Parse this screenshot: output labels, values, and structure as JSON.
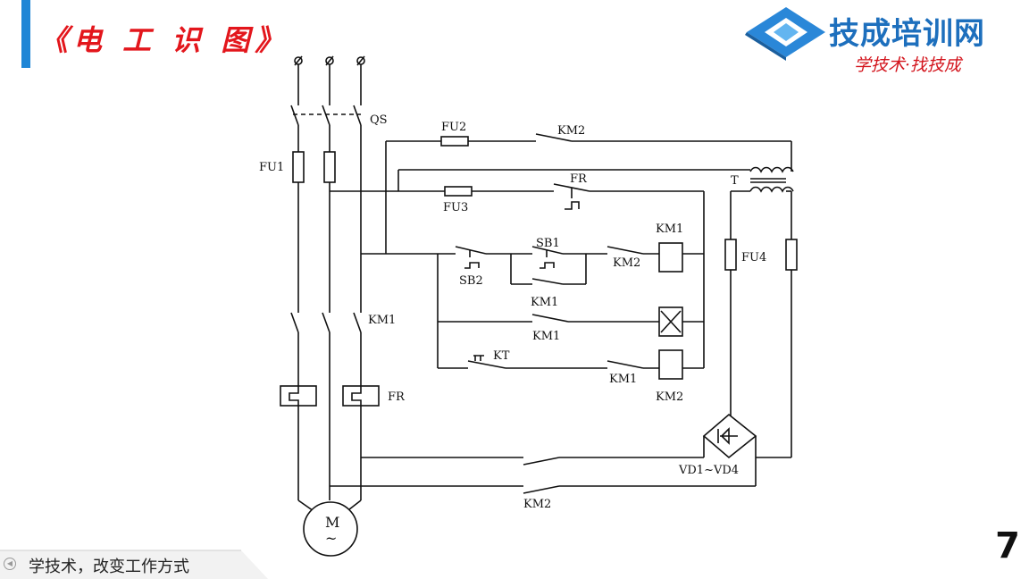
{
  "header": {
    "title": "《电 工 识 图》"
  },
  "logo": {
    "name": "技成培训网",
    "slogan": "学技术·找技成",
    "colors": {
      "blue": "#1d6fbd",
      "red": "#d3141c"
    }
  },
  "footer": {
    "slogan": "学技术，改变工作方式",
    "page_number": "7"
  },
  "diagram": {
    "labels": {
      "qs": "QS",
      "fu1": "FU1",
      "fu2": "FU2",
      "fu3": "FU3",
      "fu4": "FU4",
      "km2_top": "KM2",
      "fr_contact": "FR",
      "transformer": "T",
      "sb1": "SB1",
      "sb2": "SB2",
      "km1_coil": "KM1",
      "km2_hold": "KM2",
      "km1_hold": "KM1",
      "km1_seal": "KM1",
      "kt": "KT",
      "km1_interlock": "KM1",
      "km2_coil": "KM2",
      "km1_main": "KM1",
      "fr_relay": "FR",
      "rectifier": "VD1~VD4",
      "km2_main": "KM2",
      "motor_m": "M",
      "motor_ac": "~"
    }
  },
  "accent_color": "#1f86d6",
  "title_color": "#e3161c"
}
